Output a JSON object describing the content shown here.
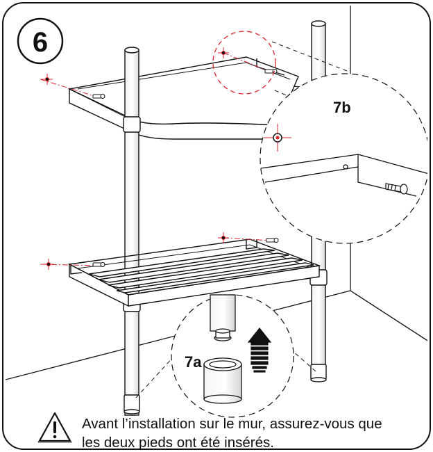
{
  "step": {
    "number": "6"
  },
  "callouts": {
    "screw_detail": "7b",
    "foot_detail": "7a"
  },
  "warning": {
    "icon": "warning-triangle-icon",
    "line1": "Avant l’installation sur le mur, assurez-vous que",
    "line2": "les deux pieds ont été insérés."
  },
  "colors": {
    "ink": "#111111",
    "guide": "#d9232d"
  }
}
